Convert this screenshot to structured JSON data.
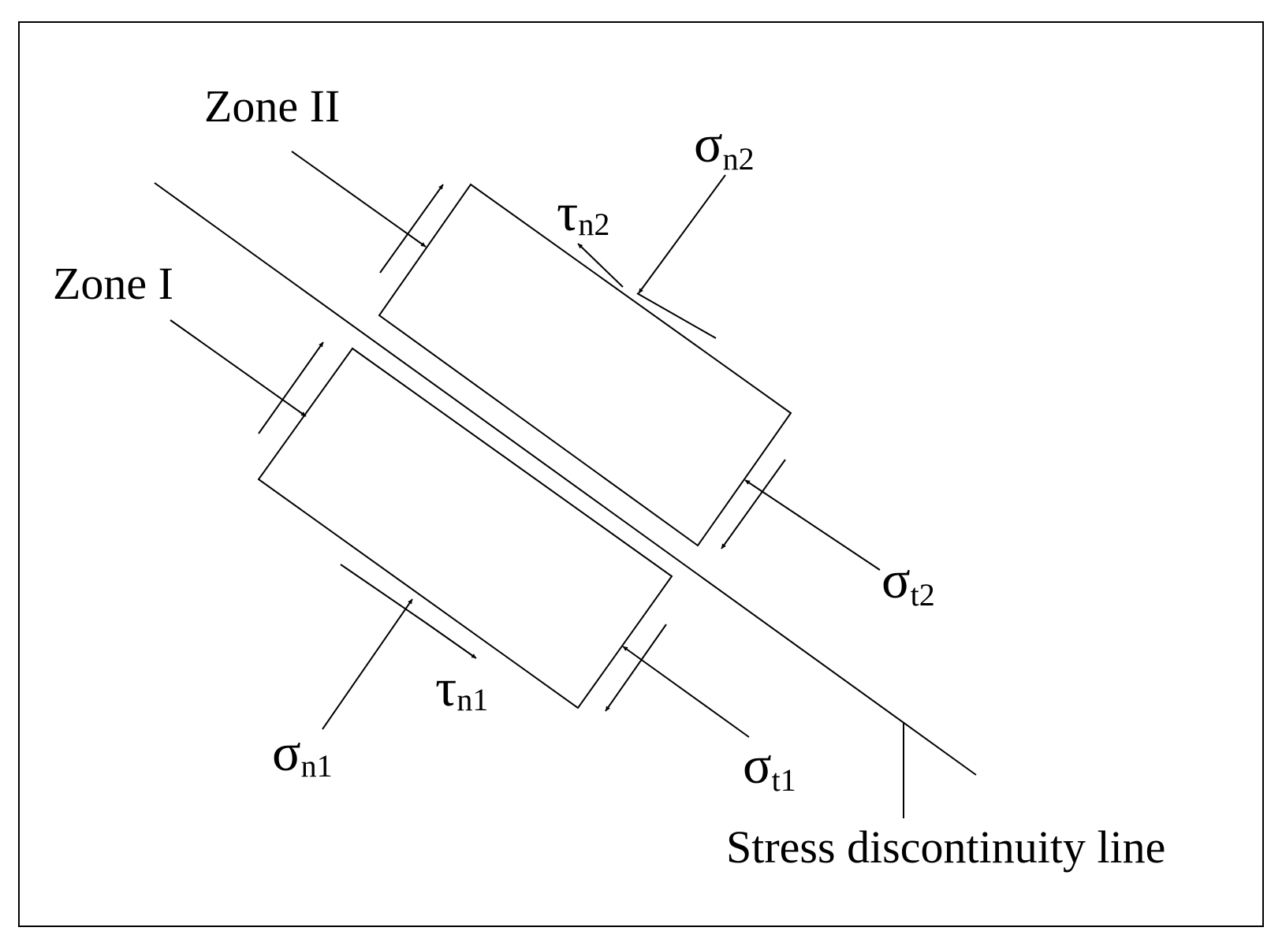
{
  "labels": {
    "zone2": "Zone II",
    "zone1": "Zone I",
    "discontinuity": "Stress discontinuity line"
  },
  "symbols": {
    "sigma_n2": {
      "base": "σ",
      "sub": "n2"
    },
    "tau_n2": {
      "base": "τ",
      "sub": "n2"
    },
    "sigma_t2": {
      "base": "σ",
      "sub": "t2"
    },
    "tau_n1": {
      "base": "τ",
      "sub": "n1"
    },
    "sigma_n1": {
      "base": "σ",
      "sub": "n1"
    },
    "sigma_t1": {
      "base": "σ",
      "sub": "t1"
    }
  },
  "colors": {
    "stroke": "#000000",
    "background": "#ffffff"
  }
}
